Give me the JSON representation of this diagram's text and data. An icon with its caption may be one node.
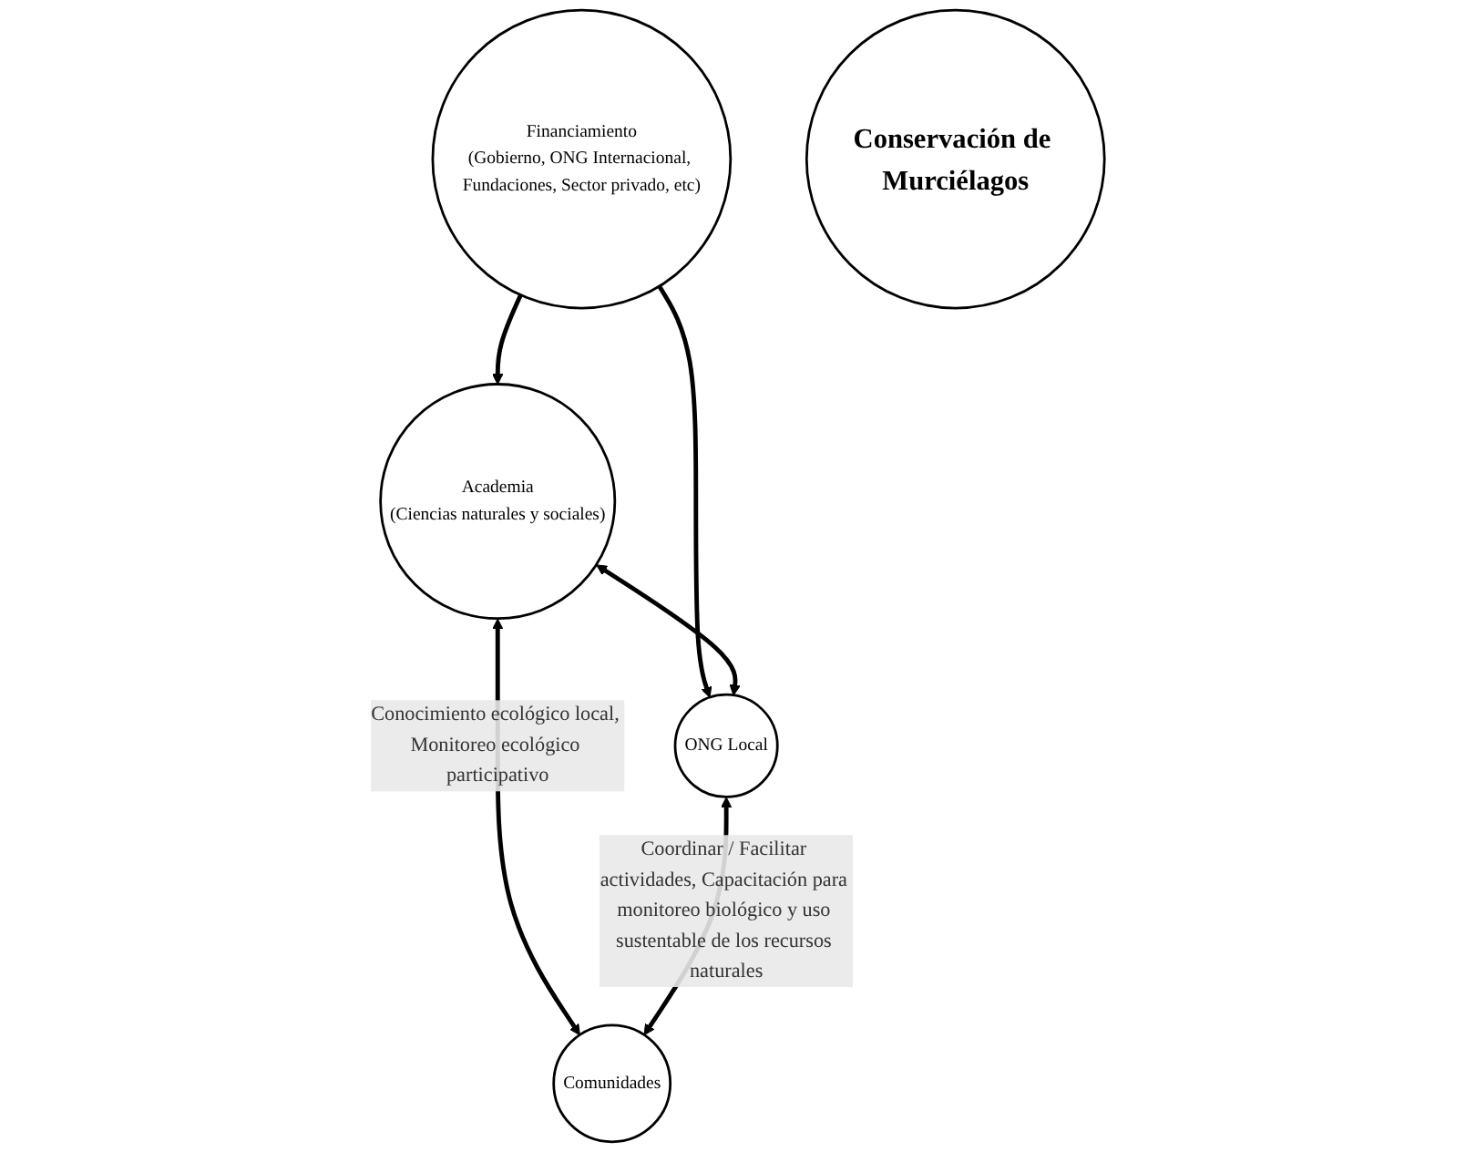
{
  "diagram": {
    "nodes": [
      {
        "text": [
          "Financiamiento",
          "(Gobierno, ONG Internacional, Fundaciones, Sector privado, etc)"
        ]
      },
      {
        "text": [
          "Academia",
          "(Ciencias naturales y sociales)"
        ]
      },
      {
        "text": [
          "Conservación de Murciélagos"
        ]
      },
      {
        "text": [
          "ONG Local"
        ]
      },
      {
        "text": [
          "Comunidades"
        ]
      }
    ],
    "edges": [
      {
        "from": 0,
        "to": 1,
        "arrow": "to"
      },
      {
        "from": 0,
        "to": 3,
        "arrow": "to"
      },
      {
        "from": 1,
        "to": 3,
        "arrow": "both"
      },
      {
        "from": 1,
        "to": 4,
        "arrow": "both",
        "label": "Conocimiento ecológico local, Monitoreo ecológico participativo"
      },
      {
        "from": 3,
        "to": 4,
        "arrow": "both",
        "label": "Coordinar / Facilitar actividades, Capacitación para monitoreo biológico y uso sustentable de los recursos naturales"
      }
    ]
  }
}
